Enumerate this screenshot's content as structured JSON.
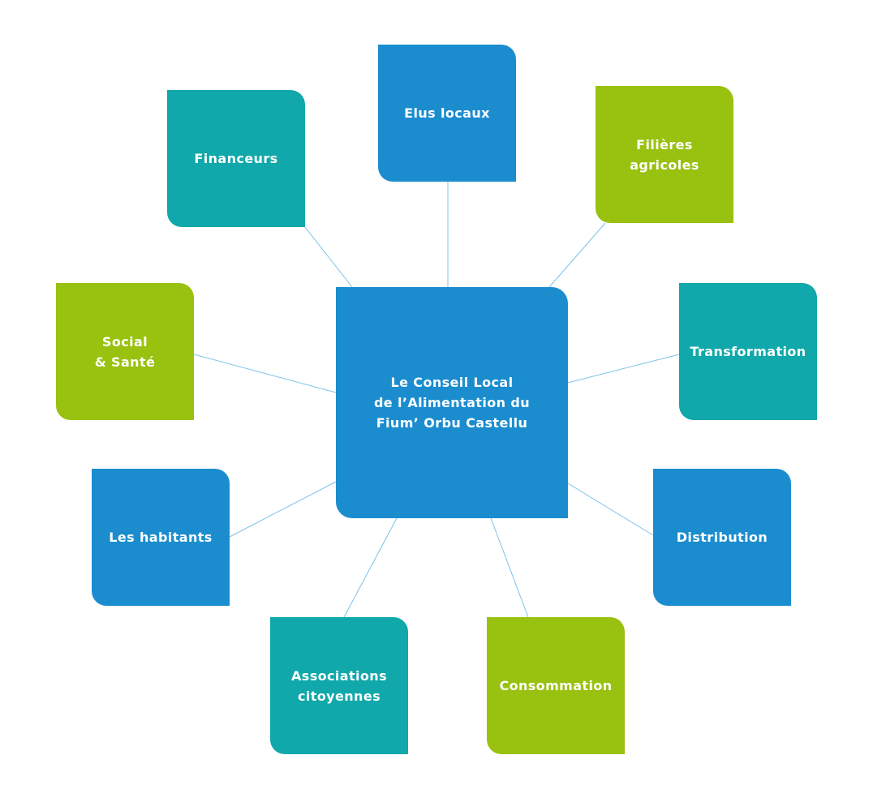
{
  "diagram": {
    "center": {
      "label": "Le Conseil Local\nde l’Alimentation du\nFium’ Orbu Castellu",
      "color": "#1b8dcf"
    },
    "nodes": [
      {
        "id": "elus",
        "label": "Elus locaux",
        "color": "#1b8dcf"
      },
      {
        "id": "financeurs",
        "label": "Financeurs",
        "color": "#10a8aa"
      },
      {
        "id": "filieres",
        "label": "Filières\nagricoles",
        "color": "#99c10f"
      },
      {
        "id": "social",
        "label": "Social\n& Santé",
        "color": "#99c10f"
      },
      {
        "id": "transformation",
        "label": "Transformation",
        "color": "#10a8aa"
      },
      {
        "id": "habitants",
        "label": "Les habitants",
        "color": "#1b8dcf"
      },
      {
        "id": "distribution",
        "label": "Distribution",
        "color": "#1b8dcf"
      },
      {
        "id": "associations",
        "label": "Associations\ncitoyennes",
        "color": "#10a8aa"
      },
      {
        "id": "consommation",
        "label": "Consommation",
        "color": "#99c10f"
      }
    ],
    "connector_color": "#7cc3ea"
  }
}
